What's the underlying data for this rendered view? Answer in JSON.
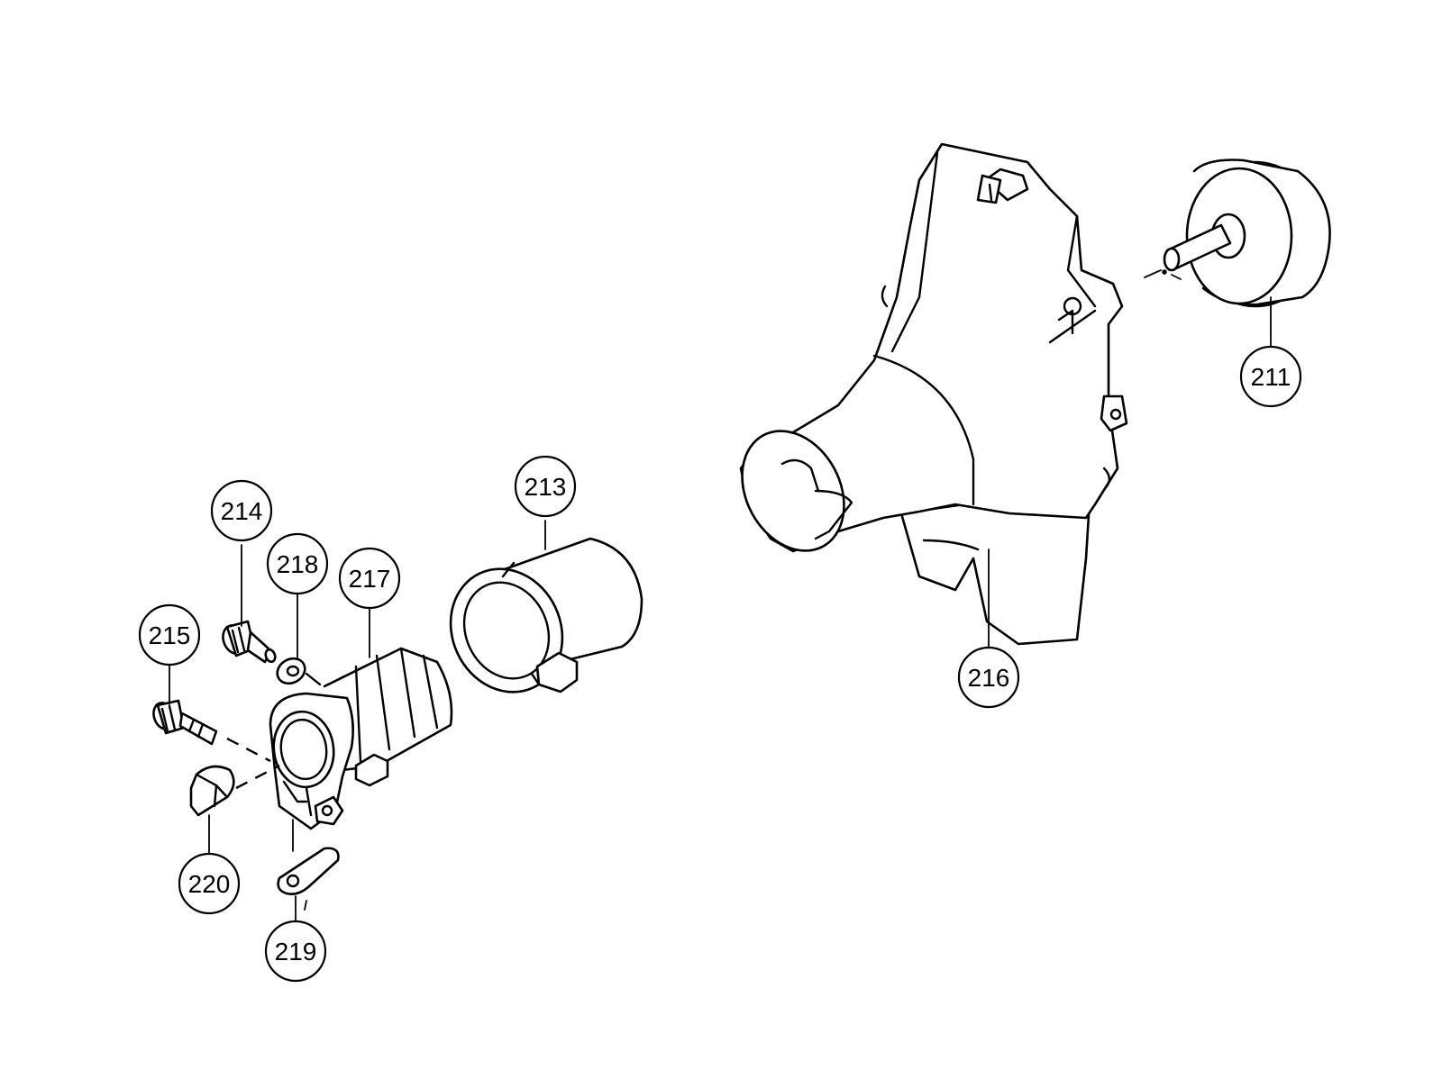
{
  "callouts": [
    {
      "id": "211",
      "label": "211"
    },
    {
      "id": "213",
      "label": "213"
    },
    {
      "id": "214",
      "label": "214"
    },
    {
      "id": "215",
      "label": "215"
    },
    {
      "id": "216",
      "label": "216"
    },
    {
      "id": "217",
      "label": "217"
    },
    {
      "id": "218",
      "label": "218"
    },
    {
      "id": "219",
      "label": "219"
    },
    {
      "id": "220",
      "label": "220"
    }
  ]
}
